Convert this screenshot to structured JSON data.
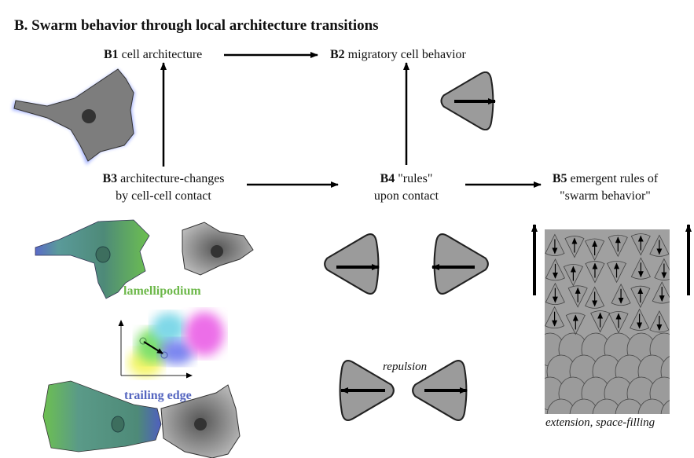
{
  "title": "B. Swarm behavior through local architecture transitions",
  "nodes": {
    "b1": {
      "id": "B1",
      "text": "cell architecture"
    },
    "b2": {
      "id": "B2",
      "text": "migratory cell behavior"
    },
    "b3": {
      "id": "B3",
      "line1": "architecture-changes",
      "line2": "by cell-cell contact"
    },
    "b4": {
      "id": "B4",
      "line1": "\"rules\"",
      "line2": "upon contact"
    },
    "b5": {
      "id": "B5",
      "line1": "emergent rules of",
      "line2": "\"swarm behavior\""
    }
  },
  "annotations": {
    "lamellipodium": "lamellipodium",
    "trailing_edge": "trailing edge",
    "repulsion": "repulsion",
    "swarm_caption": "extension, space-filling"
  },
  "colors": {
    "cell_gray": "#9a9a9a",
    "lamellipodium_green": "#6db84a",
    "trailing_edge_blue": "#5566c0",
    "arrow": "#000000"
  }
}
